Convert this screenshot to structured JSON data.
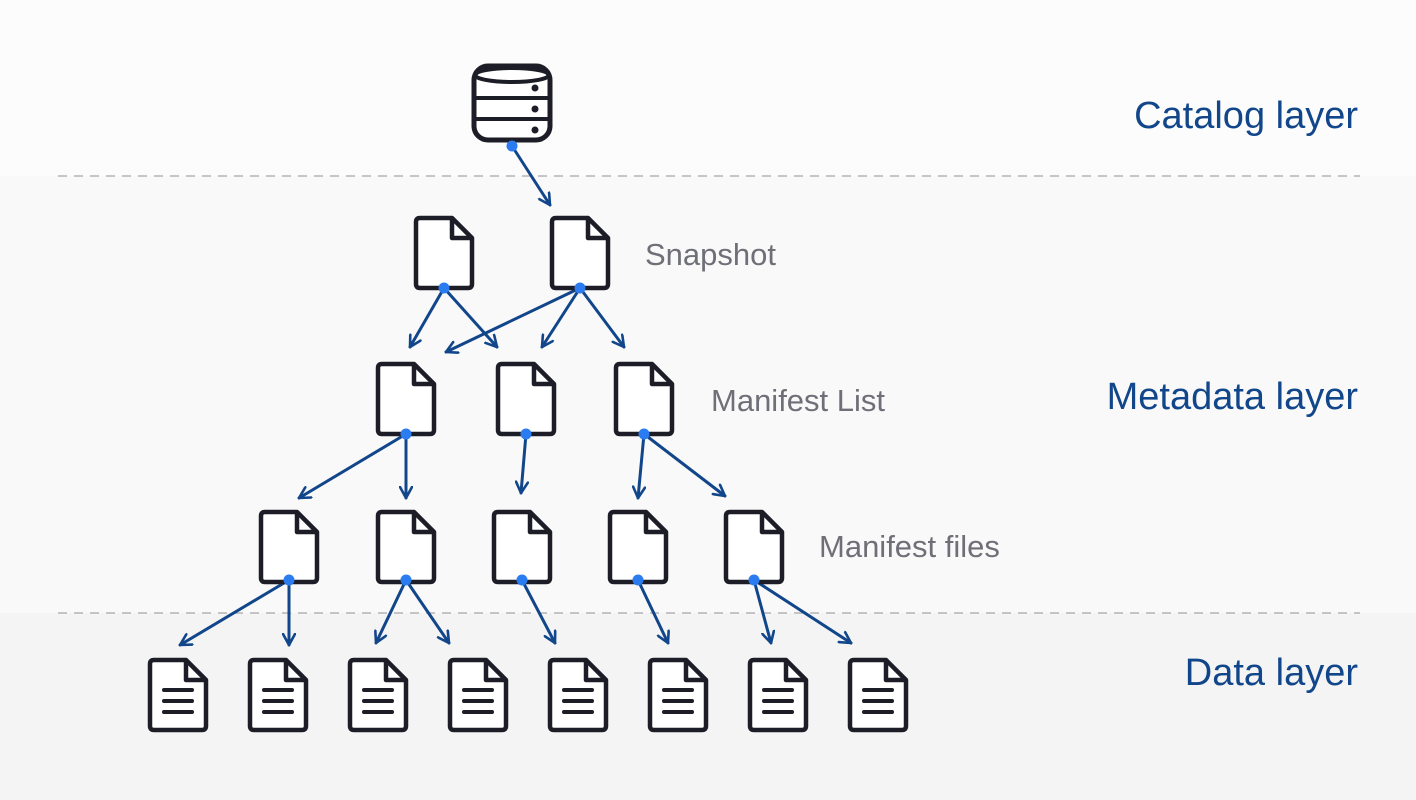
{
  "layers": {
    "catalog": "Catalog layer",
    "metadata": "Metadata layer",
    "data": "Data layer"
  },
  "levels": {
    "snapshot": "Snapshot",
    "manifest_list": "Manifest List",
    "manifest_files": "Manifest files"
  },
  "icons": {
    "catalog": "database-icon",
    "metadata": "file-icon",
    "data": "data-file-icon"
  },
  "colors": {
    "layer_text": "#12468a",
    "level_text": "#6f6f77",
    "arrow": "#12468a",
    "dot": "#2b7cf0",
    "icon_stroke": "#1c1d26",
    "band_catalog": "#fcfcfc",
    "band_metadata": "#f9f9fa",
    "band_data": "#f4f4f5",
    "divider": "#b4b4b8"
  }
}
